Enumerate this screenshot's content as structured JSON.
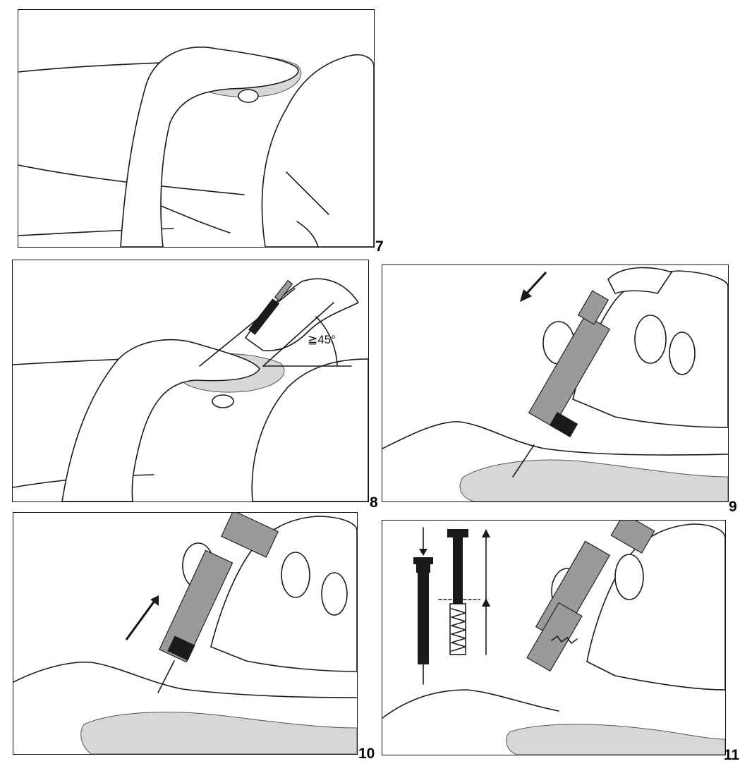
{
  "panels": [
    {
      "number": "7"
    },
    {
      "number": "8",
      "angle_label": "≧45°"
    },
    {
      "number": "9"
    },
    {
      "number": "10"
    },
    {
      "number": "11"
    }
  ]
}
